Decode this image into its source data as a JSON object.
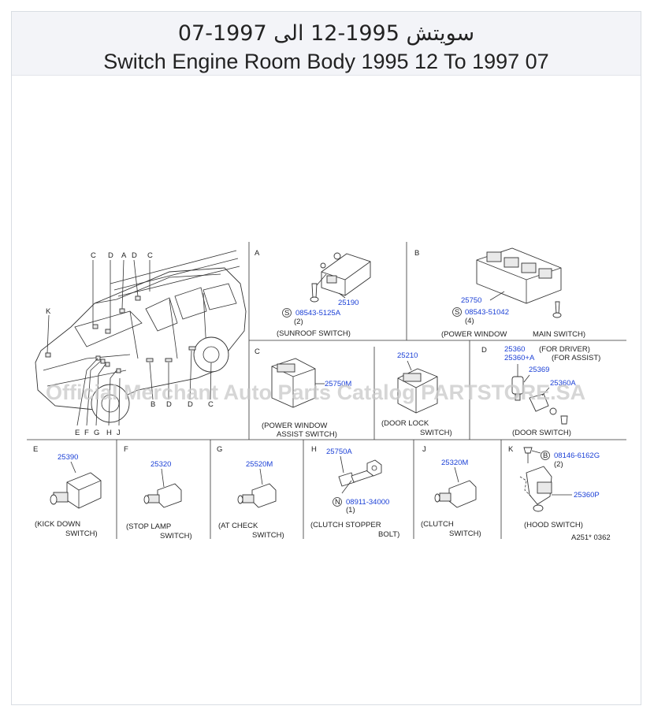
{
  "header": {
    "title_ar": "سويتش 1995-12 الى 1997-07",
    "title_en": "Switch Engine Room Body 1995 12 To 1997 07"
  },
  "watermark": "Official Merchant Auto Parts Catalog PARTSTORE.SA",
  "car": {
    "top_letters": [
      "C",
      "D",
      "A",
      "D",
      "C"
    ],
    "side_letters": [
      "K"
    ],
    "bottom_left_letters": [
      "E",
      "F",
      "G",
      "H",
      "J"
    ],
    "bottom_right_letters": [
      "B",
      "D",
      "D",
      "C"
    ]
  },
  "panels": {
    "A": {
      "letter": "A",
      "part": "25190",
      "screw_mark": "S",
      "screw": "08543-5125A",
      "qty": "(2)",
      "caption": "(SUNROOF  SWITCH)"
    },
    "B": {
      "letter": "B",
      "part": "25750",
      "screw_mark": "S",
      "screw": "08543-51042",
      "qty": "(4)",
      "caption_1": "(POWER  WINDOW",
      "caption_2": "MAIN  SWITCH)"
    },
    "C": {
      "letter": "C",
      "part": "25750M",
      "caption_1": "(POWER  WINDOW",
      "caption_2": "ASSIST  SWITCH)",
      "part2": "25210",
      "caption2_1": "(DOOR  LOCK",
      "caption2_2": "SWITCH)"
    },
    "D": {
      "letter": "D",
      "part_1": "25360",
      "note_1": "(FOR  DRIVER)",
      "part_2": "25360+A",
      "note_2": "(FOR  ASSIST)",
      "part_3": "25369",
      "part_4": "25360A",
      "caption": "(DOOR  SWITCH)"
    },
    "E": {
      "letter": "E",
      "part": "25390",
      "caption_1": "(KICK  DOWN",
      "caption_2": "SWITCH)"
    },
    "F": {
      "letter": "F",
      "part": "25320",
      "caption_1": "(STOP  LAMP",
      "caption_2": "SWITCH)"
    },
    "G": {
      "letter": "G",
      "part": "25520M",
      "caption_1": "(AT  CHECK",
      "caption_2": "SWITCH)"
    },
    "H": {
      "letter": "H",
      "part": "25750A",
      "nut_mark": "N",
      "nut": "08911-34000",
      "qty": "(1)",
      "caption_1": "(CLUTCH  STOPPER",
      "caption_2": "BOLT)"
    },
    "J": {
      "letter": "J",
      "part": "25320M",
      "caption_1": "(CLUTCH",
      "caption_2": "SWITCH)"
    },
    "K": {
      "letter": "K",
      "bolt_mark": "B",
      "bolt": "08146-6162G",
      "qty": "(2)",
      "part": "25360P",
      "caption": "(HOOD  SWITCH)",
      "ref": "A251*  0362"
    }
  }
}
